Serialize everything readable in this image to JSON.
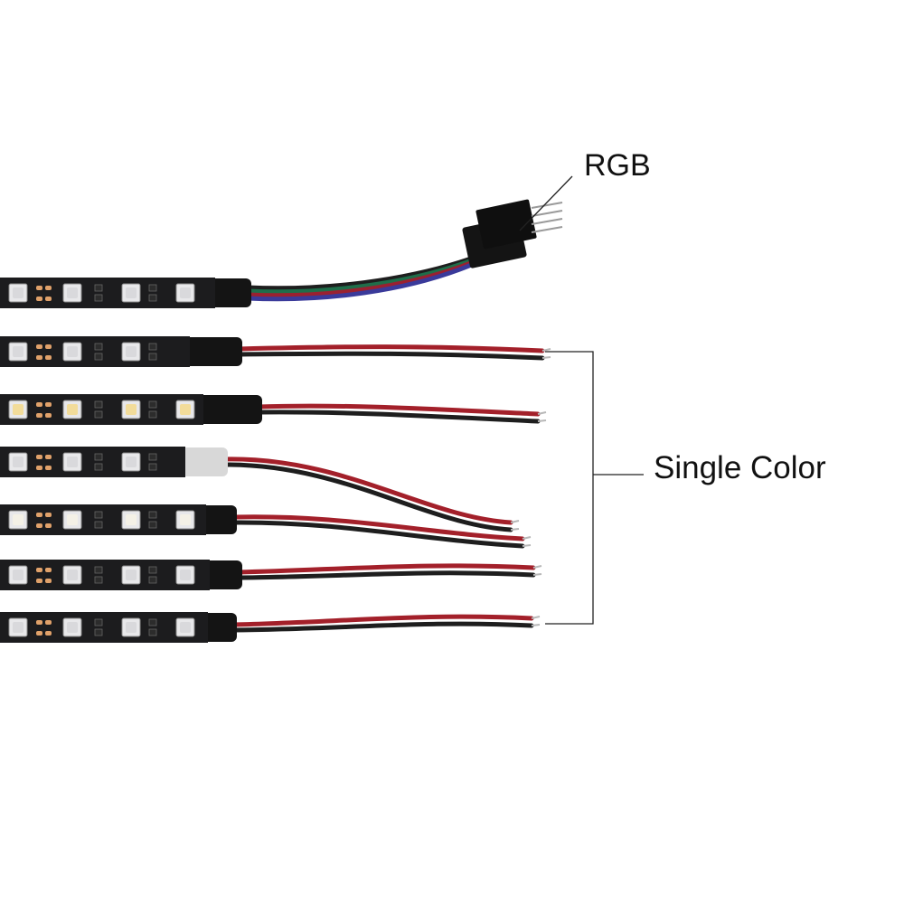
{
  "labels": {
    "rgb": "RGB",
    "single_color": "Single Color"
  },
  "colors": {
    "background": "#ffffff",
    "strip_pcb": "#1c1c1e",
    "heat_shrink": "#141414",
    "wire_red": "#a3202a",
    "wire_black": "#1e1e1e",
    "wire_green": "#1f6e4a",
    "wire_blue": "#3a3a9a",
    "wire_rgb_red": "#9a2130",
    "led_rgb": "#d9d9dc",
    "led_warm_white": "#f2dc9a",
    "led_cool_white": "#f4f1e6",
    "pad_copper": "#e0a16a",
    "callout_line": "#222222"
  },
  "strips": [
    {
      "kind": "rgb",
      "led_color": "led_rgb"
    },
    {
      "kind": "single-color",
      "led_color": "led_rgb"
    },
    {
      "kind": "single-color",
      "led_color": "led_warm_white"
    },
    {
      "kind": "single-color",
      "led_color": "led_rgb"
    },
    {
      "kind": "single-color",
      "led_color": "led_cool_white"
    },
    {
      "kind": "single-color",
      "led_color": "led_rgb"
    },
    {
      "kind": "single-color",
      "led_color": "led_rgb"
    }
  ]
}
